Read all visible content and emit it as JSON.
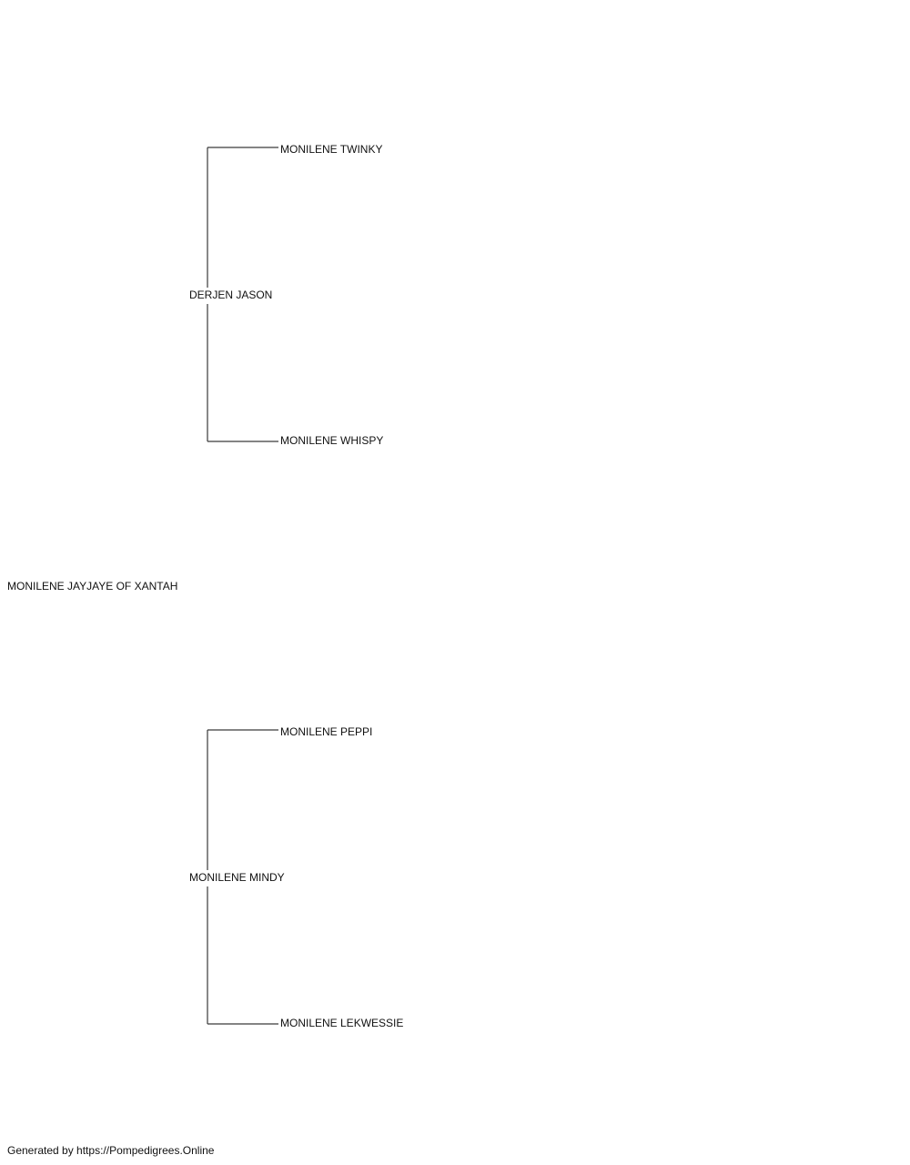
{
  "pedigree": {
    "subject": "MONILENE JAYJAYE OF XANTAH",
    "sire": {
      "name": "DERJEN JASON",
      "sire": "MONILENE TWINKY",
      "dam": "MONILENE WHISPY"
    },
    "dam": {
      "name": "MONILENE MINDY",
      "sire": "MONILENE PEPPI",
      "dam": "MONILENE LEKWESSIE"
    }
  },
  "footer": {
    "text": "Generated by https://Pompedigrees.Online"
  },
  "colors": {
    "line": "#3a3a3a",
    "text": "#111111",
    "background": "#ffffff"
  }
}
